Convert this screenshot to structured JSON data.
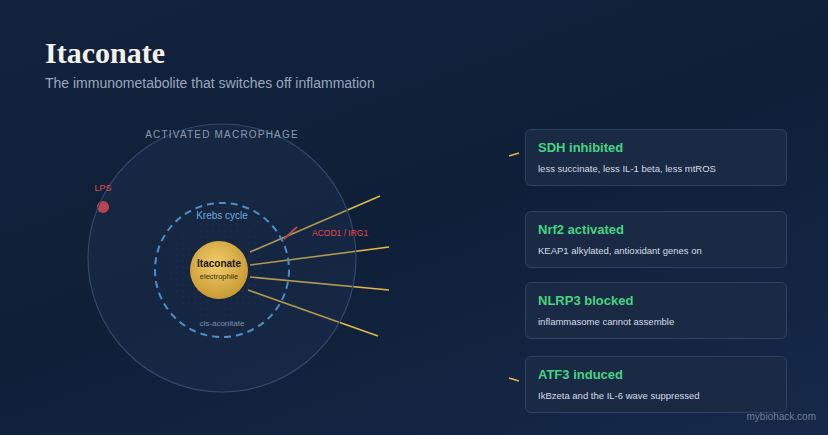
{
  "diagram": {
    "title": "Itaconate",
    "caption": "The immunometabolite that switches off inflammation",
    "nodes": [
      {
        "text": [
          "ACTIVATED MACROPHAGE"
        ]
      },
      {
        "text": [
          "Krebs cycle",
          "cis-aconitate"
        ],
        "in": 0
      },
      {
        "text": [
          "Itaconate",
          "electrophile"
        ],
        "in": 1
      },
      {
        "text": [
          "SDH inhibited",
          "less succinate, less IL-1 beta, less mtROS"
        ]
      },
      {
        "text": [
          "Nrf2 activated",
          "KEAP1 alkylated, antioxidant genes on"
        ]
      },
      {
        "text": [
          "NLRP3 blocked",
          "inflammasome cannot assemble"
        ]
      },
      {
        "text": [
          "ATF3 induced",
          "IkBzeta and the IL-6 wave suppressed"
        ]
      }
    ],
    "labels": [
      "LPS",
      "ACOD1 / IRG1",
      "mybiohack.com"
    ]
  }
}
